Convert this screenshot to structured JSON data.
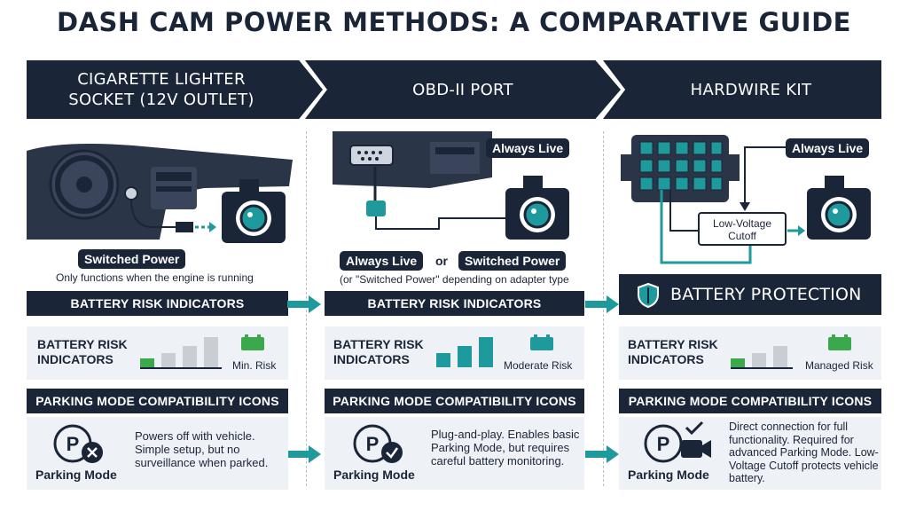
{
  "title": "DASH CAM POWER METHODS: A COMPARATIVE GUIDE",
  "columns": [
    {
      "header_line1": "CIGARETTE LIGHTER",
      "header_line2": "SOCKET (12V OUTLET)",
      "tags": [
        "Switched Power"
      ],
      "note": "Only functions when the engine is running",
      "risk_bar": "BATTERY RISK INDICATORS",
      "risk_title": "BATTERY RISK INDICATORS",
      "risk_label": "Min. Risk",
      "parking_bar": "PARKING MODE COMPATIBILITY ICONS",
      "parking_label": "Parking Mode",
      "parking_text": "Powers off with vehicle. Simple setup, but no surveillance when parked."
    },
    {
      "header_line1": "OBD-II PORT",
      "tags": [
        "Always Live",
        "Always Live",
        "Switched Power"
      ],
      "or": "or",
      "note": "(or \"Switched Power\" depending on adapter type",
      "risk_bar": "BATTERY RISK INDICATORS",
      "risk_title": "BATTERY RISK INDICATORS",
      "risk_label": "Moderate Risk",
      "parking_bar": "PARKING MODE COMPATIBILITY ICONS",
      "parking_label": "Parking Mode",
      "parking_text": "Plug-and-play. Enables basic Parking Mode, but requires careful battery monitoring."
    },
    {
      "header_line1": "HARDWIRE KIT",
      "tags": [
        "Always Live",
        "Low-Voltage Cutoff"
      ],
      "risk_bar": "BATTERY PROTECTION",
      "risk_title": "BATTERY RISK INDICATORS",
      "risk_label": "Managed Risk",
      "parking_bar": "PARKING MODE COMPATIBILITY ICONS",
      "parking_label": "Parking Mode",
      "parking_text": "Direct connection for full functionality. Required for advanced Parking Mode. Low-Voltage Cutoff protects vehicle battery."
    }
  ],
  "colors": {
    "navy": "#1b2538",
    "teal": "#1f9a9c",
    "green": "#3aa84b",
    "grey": "#c9cdd4",
    "panel": "#eef1f5"
  }
}
